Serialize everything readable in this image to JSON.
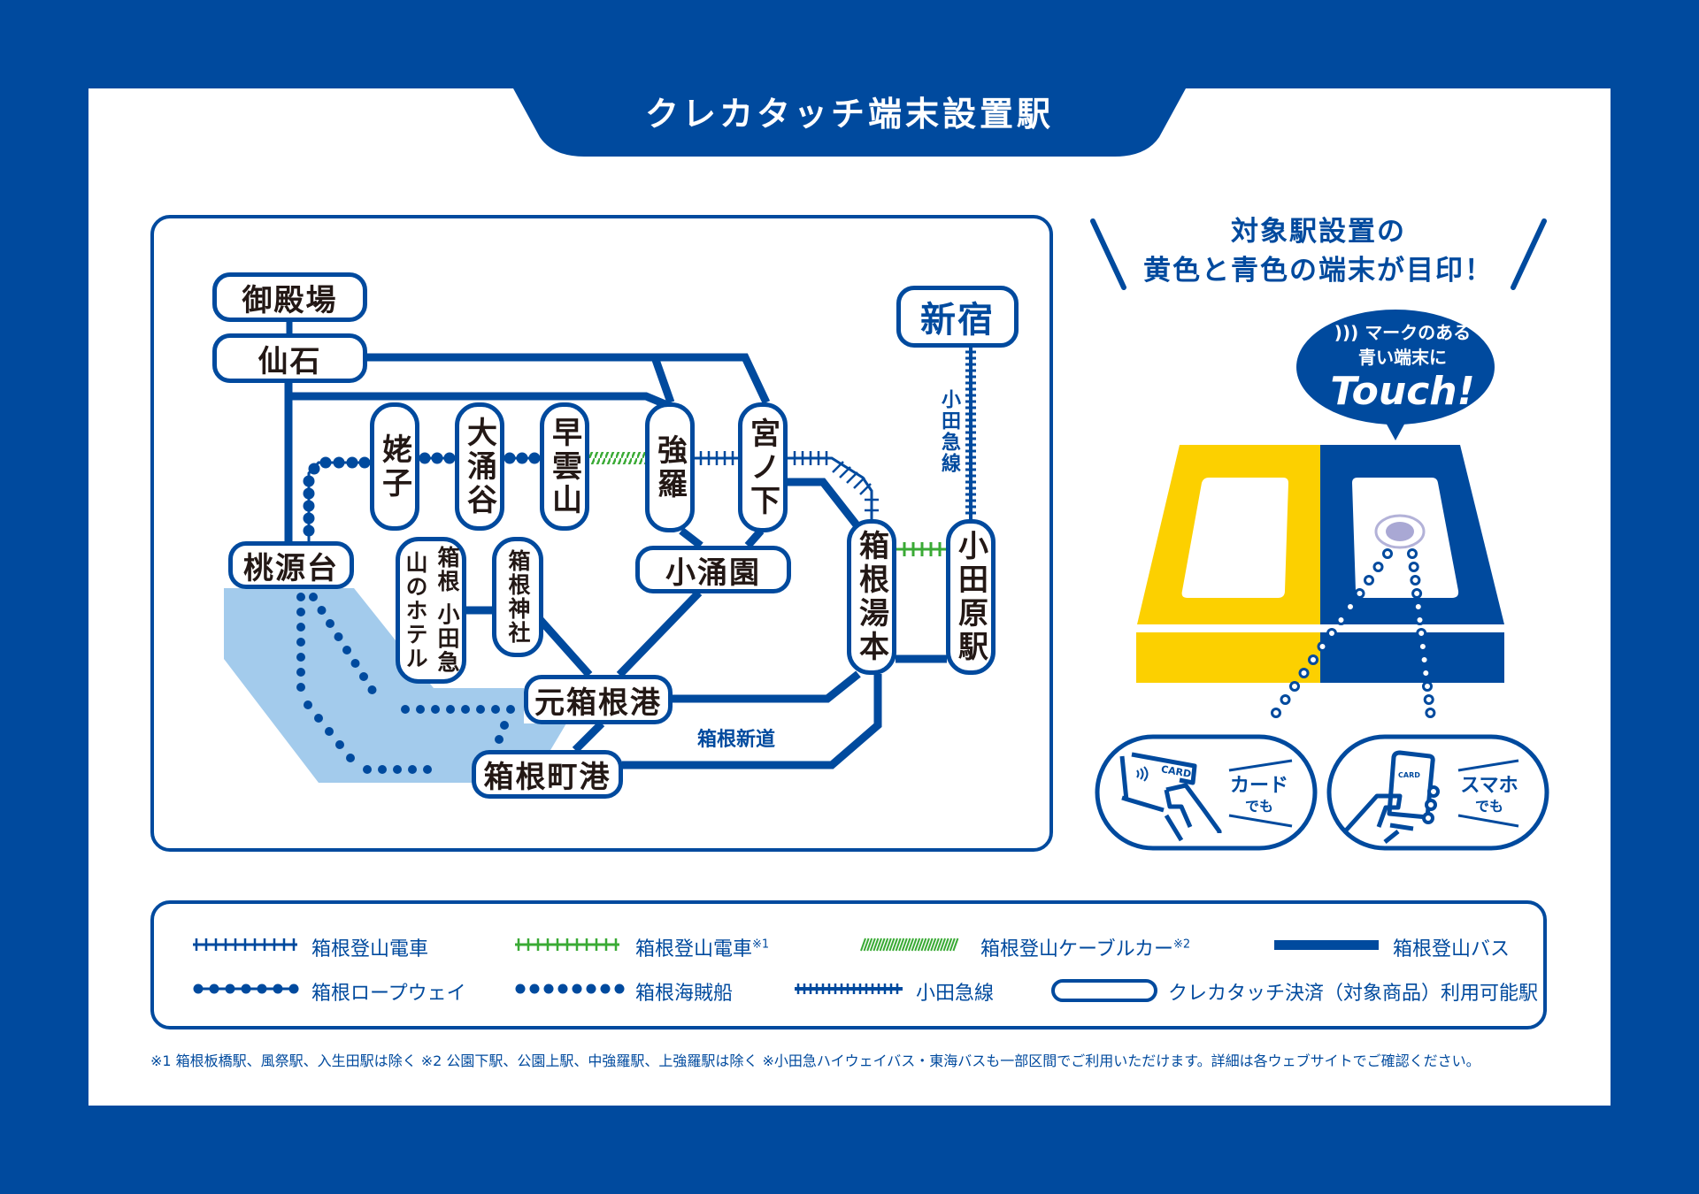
{
  "title": "クレカタッチ端末設置駅",
  "colors": {
    "brand_blue": "#004a9e",
    "cable_green": "#3aaa35",
    "yellow_terminal": "#fcd000",
    "lake_blue": "#a3cbec",
    "text_dark": "#231815"
  },
  "map": {
    "stations": {
      "gotemba": "御殿場",
      "sengoku": "仙石",
      "ubako": "姥子",
      "owakudani": "大涌谷",
      "sounzan": "早雲山",
      "gora": "強羅",
      "miyanoshita": "宮ノ下",
      "togendai": "桃源台",
      "yama_hotel": "箱根 小田急 山のホテル",
      "yama_hotel_line1": "箱根 小田急",
      "yama_hotel_line2": "山のホテル",
      "hakone_jinja": "箱根神社",
      "kowakien": "小涌園",
      "motohakone": "元箱根港",
      "hakonemachi": "箱根町港",
      "yumoto": "箱根湯本",
      "odawara": "小田原駅",
      "shinjuku": "新宿"
    },
    "route_labels": {
      "odakyu_line": "小田急線",
      "hakone_shindo": "箱根新道"
    }
  },
  "promo": {
    "headline_line1": "対象駅設置の",
    "headline_line2": "黄色と青色の端末が目印！",
    "bubble_line1": "マークのある",
    "bubble_line2": "青い端末に",
    "bubble_touch": "Touch!",
    "icon_contactless": "contactless-icon",
    "card_option": {
      "main": "カード",
      "sub": "でも",
      "card_label": "CARD"
    },
    "phone_option": {
      "main": "スマホ",
      "sub": "でも",
      "card_label": "CARD"
    }
  },
  "legend": [
    {
      "icon": "blue-tick-line",
      "label": "箱根登山電車",
      "note": ""
    },
    {
      "icon": "green-tick-line",
      "label": "箱根登山電車",
      "note": "※1"
    },
    {
      "icon": "green-hatched-line",
      "label": "箱根登山ケーブルカー",
      "note": "※2"
    },
    {
      "icon": "solid-bus-line",
      "label": "箱根登山バス",
      "note": ""
    },
    {
      "icon": "ropeway-dot-line",
      "label": "箱根ロープウェイ",
      "note": ""
    },
    {
      "icon": "ship-dot-line",
      "label": "箱根海賊船",
      "note": ""
    },
    {
      "icon": "odakyu-tick-line",
      "label": "小田急線",
      "note": ""
    },
    {
      "icon": "station-box",
      "label": "クレカタッチ決済（対象商品）利用可能駅",
      "note": ""
    }
  ],
  "footnote": "※1 箱根板橋駅、風祭駅、入生田駅は除く ※2 公園下駅、公園上駅、中強羅駅、上強羅駅は除く ※小田急ハイウェイバス・東海バスも一部区間でご利用いただけます。詳細は各ウェブサイトでご確認ください。"
}
